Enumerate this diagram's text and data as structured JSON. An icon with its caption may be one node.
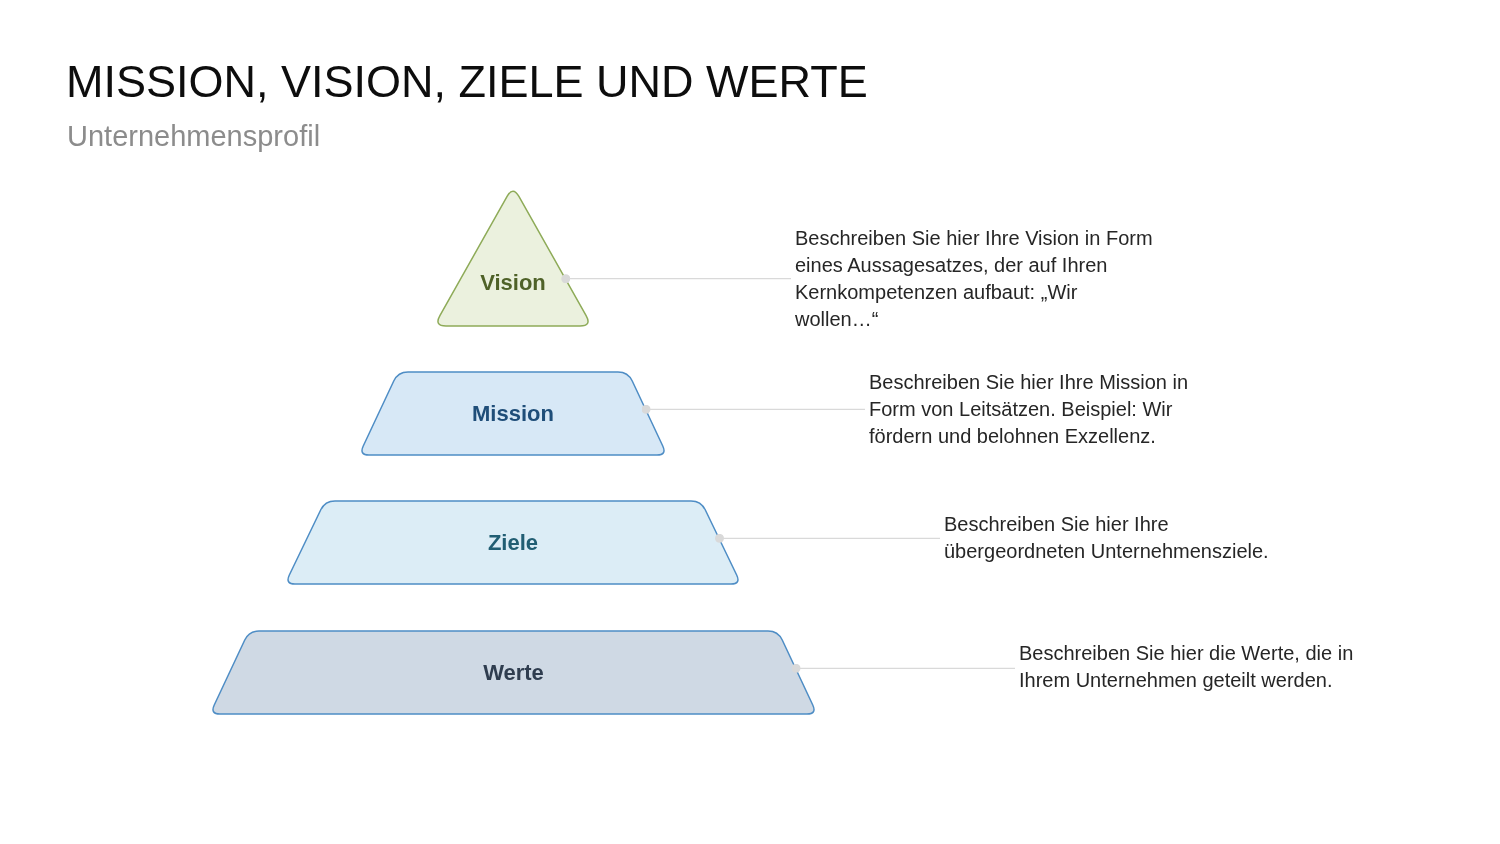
{
  "diagram": {
    "title": "MISSION, VISION, ZIELE UND WERTE",
    "nodes": [
      {
        "text": [
          "Vision"
        ]
      },
      {
        "text": [
          "Mission"
        ]
      },
      {
        "text": [
          "Ziele"
        ]
      },
      {
        "text": [
          "Werte"
        ]
      },
      {
        "text": [
          "Beschreiben Sie hier Ihre Vision in Form eines Aussagesatzes, der auf Ihren Kernkompetenzen aufbaut: „Wir wollen…“"
        ]
      },
      {
        "text": [
          "Beschreiben Sie hier Ihre Mission in Form von Leitsätzen. Beispiel: Wir fördern und belohnen Exzellenz."
        ]
      },
      {
        "text": [
          "Beschreiben Sie hier Ihre übergeordneten Unternehmensziele."
        ]
      },
      {
        "text": [
          "Beschreiben Sie hier die Werte, die in Ihrem Unternehmen geteilt werden."
        ]
      }
    ],
    "edges": [
      {
        "from": 0,
        "to": 4,
        "arrow": "other"
      },
      {
        "from": 1,
        "to": 5,
        "arrow": "other"
      },
      {
        "from": 2,
        "to": 6,
        "arrow": "other"
      },
      {
        "from": 3,
        "to": 7,
        "arrow": "other"
      }
    ],
    "labels": [
      "Unternehmensprofil"
    ]
  }
}
